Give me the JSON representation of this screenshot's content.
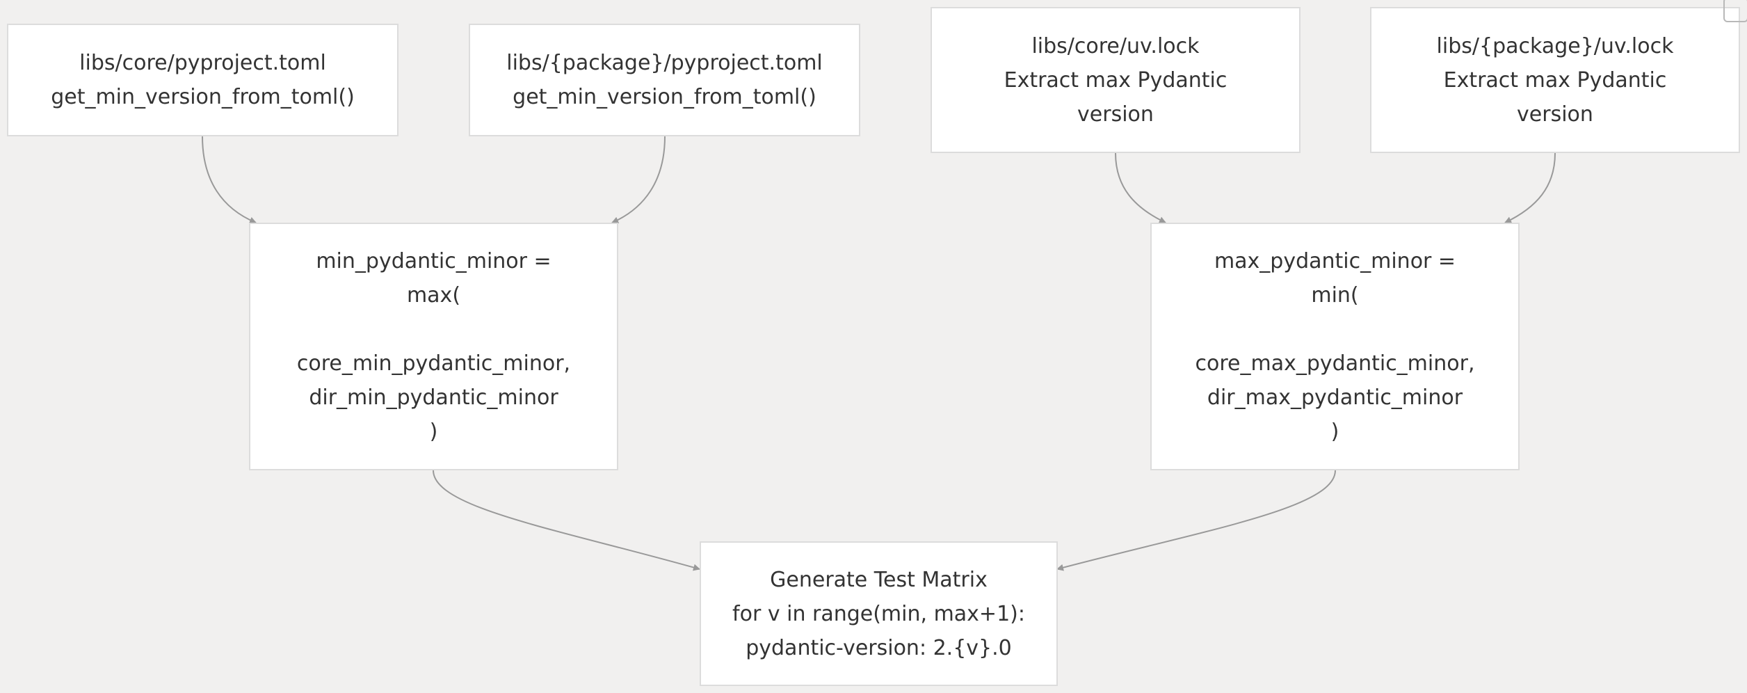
{
  "diagram": {
    "nodes": {
      "core_toml": "libs/core/pyproject.toml\nget_min_version_from_toml()",
      "pkg_toml": "libs/{package}/pyproject.toml\nget_min_version_from_toml()",
      "core_lock": "libs/core/uv.lock\nExtract max Pydantic\nversion",
      "pkg_lock": "libs/{package}/uv.lock\nExtract max Pydantic\nversion",
      "min_calc": "min_pydantic_minor =\nmax(\n\ncore_min_pydantic_minor,\ndir_min_pydantic_minor\n)",
      "max_calc": "max_pydantic_minor =\nmin(\n\ncore_max_pydantic_minor,\ndir_max_pydantic_minor\n)",
      "matrix": "Generate Test Matrix\nfor v in range(min, max+1):\npydantic-version: 2.{v}.0"
    },
    "colors": {
      "background": "#f1f0ef",
      "node_fill": "#ffffff",
      "node_border": "#dcdcdc",
      "edge": "#999999",
      "text": "#333333"
    }
  }
}
